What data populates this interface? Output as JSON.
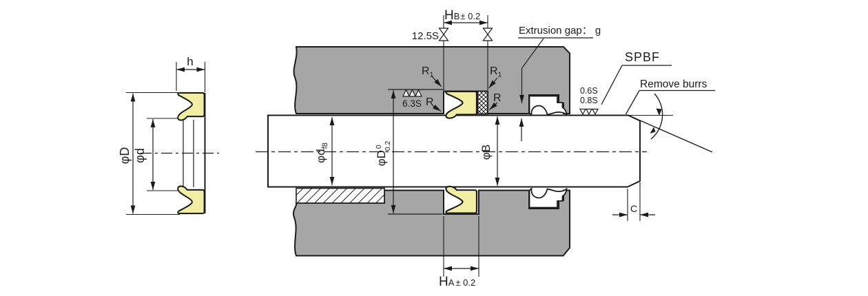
{
  "diagram": {
    "left_view": {
      "width_dim": "h",
      "outer_dia": "φD",
      "inner_dia": "φd"
    },
    "section": {
      "hb_main": "H",
      "hb_sub": "B",
      "hb_tol": "± 0.2",
      "ha_main": "H",
      "ha_sub": "A",
      "ha_tol": "± 0.2",
      "groove_side_finish": "12.5S",
      "groove_root_finish": "6.3S",
      "rod_finish_1": "0.6S",
      "rod_finish_2": "0.8S",
      "radius_r": "R",
      "radius_r1_main": "R",
      "radius_r1_sub": "1",
      "extrusion_gap_label": "Extrusion gap： g",
      "seal_model": "SPBF",
      "burr_note": "Remove burrs",
      "rod_dia_main": "φd",
      "rod_dia_fit": "f8",
      "groove_dia_main": "φD",
      "groove_dia_tol_upper": "0",
      "groove_dia_tol_lower": "0.2",
      "seal_id_dia": "φB",
      "chamfer_dim": "C"
    },
    "colors": {
      "housing": "#a6a6a6",
      "seal": "#f1eda2",
      "outline": "#1b1b1b"
    }
  }
}
